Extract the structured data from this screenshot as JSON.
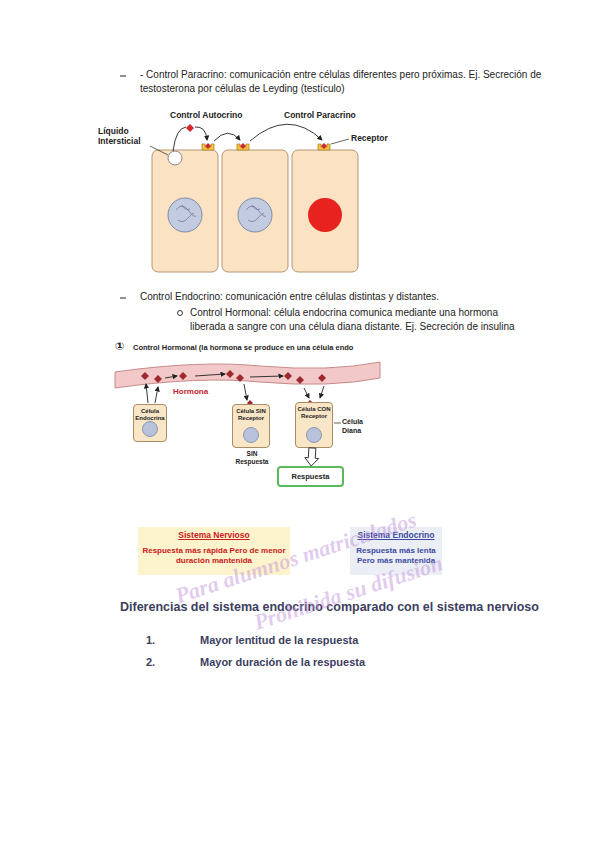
{
  "diagram": {
    "nodes": [
      {
        "text": [
          "Célula Endocrina"
        ]
      },
      {
        "text": [
          "Célula SIN Receptor"
        ]
      },
      {
        "text": [
          "Célula CON Receptor"
        ]
      },
      {
        "text": [
          "Respuesta"
        ]
      },
      {
        "text": [
          "Sistema Nervioso",
          "Respuesta más rápida Pero de menor duración mantenida"
        ]
      },
      {
        "text": [
          "Sistema Endocrino",
          "Respuesta más lenta Pero más mantenida"
        ]
      }
    ],
    "edges": [
      {
        "from": 2,
        "to": 3,
        "arrow": "to"
      }
    ],
    "labels": [
      "- Control Paracrino: comunicación entre células diferentes pero próximas. Ej. Secreción de testosterona por células de Leyding (testículo)",
      "Control Autocrino",
      "Control Paracrino",
      "Líquido Intersticial",
      "Receptor",
      "Control Endocrino: comunicación entre células distintas y distantes.",
      "Control Hormonal: célula endocrina comunica mediante una hormona liberada a sangre con una célula diana distante. Ej. Secreción de insulina",
      "①",
      "Control Hormonal (la hormona se produce en una célula endo",
      "Hormona",
      "SIN Respuesta",
      "Célula Diana",
      "Diferencias del sistema endocrino comparado con el sistema nervioso",
      "1.",
      "Mayor lentitud de la respuesta",
      "2.",
      "Mayor duración de la respuesta",
      "Para alumnos matriculados",
      "Prohibida su difusión"
    ]
  }
}
